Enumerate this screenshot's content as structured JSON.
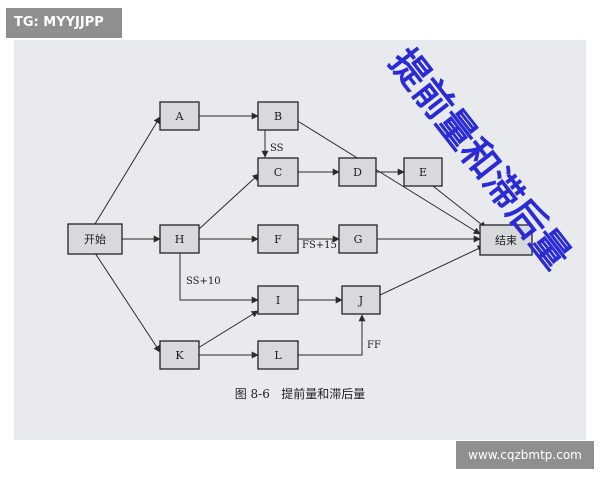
{
  "watermark_top": "TG: MYYJJPP",
  "watermark_bottom": "www.cqzbmtp.com",
  "stamp_text": "提前量和滞后量",
  "caption": "图 8-6   提前量和滞后量",
  "colors": {
    "stamp": "#2b2bd6",
    "box_fill": "#d7d9dd",
    "badge": "#8f8f8f"
  },
  "nodes": {
    "start": "开始",
    "A": "A",
    "B": "B",
    "C": "C",
    "D": "D",
    "E": "E",
    "H": "H",
    "F": "F",
    "G": "G",
    "I": "I",
    "J": "J",
    "K": "K",
    "L": "L",
    "end": "结束"
  },
  "relations": {
    "ss": "SS",
    "fs15": "FS+15",
    "ss10": "SS+10",
    "ff": "FF"
  },
  "edges": [
    [
      "start",
      "A"
    ],
    [
      "start",
      "H"
    ],
    [
      "start",
      "K"
    ],
    [
      "A",
      "B"
    ],
    [
      "B",
      "C"
    ],
    [
      "B",
      "end"
    ],
    [
      "C",
      "D"
    ],
    [
      "D",
      "E"
    ],
    [
      "E",
      "end"
    ],
    [
      "H",
      "C"
    ],
    [
      "H",
      "F"
    ],
    [
      "H",
      "I"
    ],
    [
      "F",
      "G"
    ],
    [
      "G",
      "end"
    ],
    [
      "K",
      "I"
    ],
    [
      "K",
      "L"
    ],
    [
      "L",
      "J"
    ],
    [
      "I",
      "J"
    ],
    [
      "J",
      "end"
    ]
  ]
}
